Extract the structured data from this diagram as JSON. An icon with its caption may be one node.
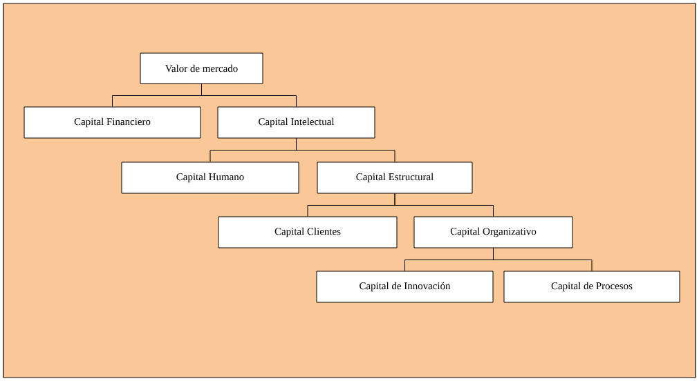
{
  "diagram": {
    "nodes": [
      {
        "text": [
          "Valor de mercado"
        ]
      },
      {
        "text": [
          "Capital Financiero"
        ]
      },
      {
        "text": [
          "Capital Intelectual"
        ]
      },
      {
        "text": [
          "Capital Humano"
        ]
      },
      {
        "text": [
          "Capital Estructural"
        ]
      },
      {
        "text": [
          "Capital Clientes"
        ]
      },
      {
        "text": [
          "Capital Organizativo"
        ]
      },
      {
        "text": [
          "Capital de Innovación"
        ]
      },
      {
        "text": [
          "Capital de Procesos"
        ]
      }
    ],
    "edges": [
      {
        "from": 0,
        "to": 1,
        "arrow": "none"
      },
      {
        "from": 0,
        "to": 2,
        "arrow": "none"
      },
      {
        "from": 2,
        "to": 3,
        "arrow": "none"
      },
      {
        "from": 2,
        "to": 4,
        "arrow": "none"
      },
      {
        "from": 4,
        "to": 5,
        "arrow": "none"
      },
      {
        "from": 4,
        "to": 6,
        "arrow": "none"
      },
      {
        "from": 6,
        "to": 7,
        "arrow": "none"
      },
      {
        "from": 6,
        "to": 8,
        "arrow": "none"
      }
    ]
  }
}
